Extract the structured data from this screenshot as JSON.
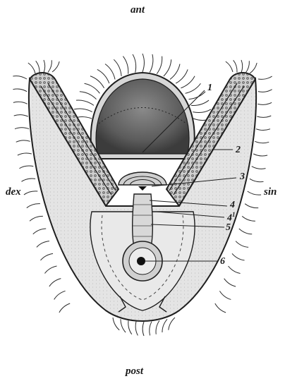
{
  "orientation": {
    "anterior": "ant",
    "posterior": "post",
    "right": "dex",
    "left": "sin"
  },
  "labels": [
    {
      "id": "1",
      "text": "1"
    },
    {
      "id": "2",
      "text": "2"
    },
    {
      "id": "3",
      "text": "3"
    },
    {
      "id": "4",
      "text": "4"
    },
    {
      "id": "4a",
      "text": "4",
      "sup": "1"
    },
    {
      "id": "5",
      "text": "5"
    },
    {
      "id": "6",
      "text": "6"
    }
  ],
  "colors": {
    "outline": "#1f1f1f",
    "cilia": "#2a2a2a",
    "apical_fill_dark": "#5a5a5a",
    "apical_fill_light": "#a8a8a8",
    "body_fill": "#e6e6e6",
    "arm_fill": "#cfcfcf"
  }
}
